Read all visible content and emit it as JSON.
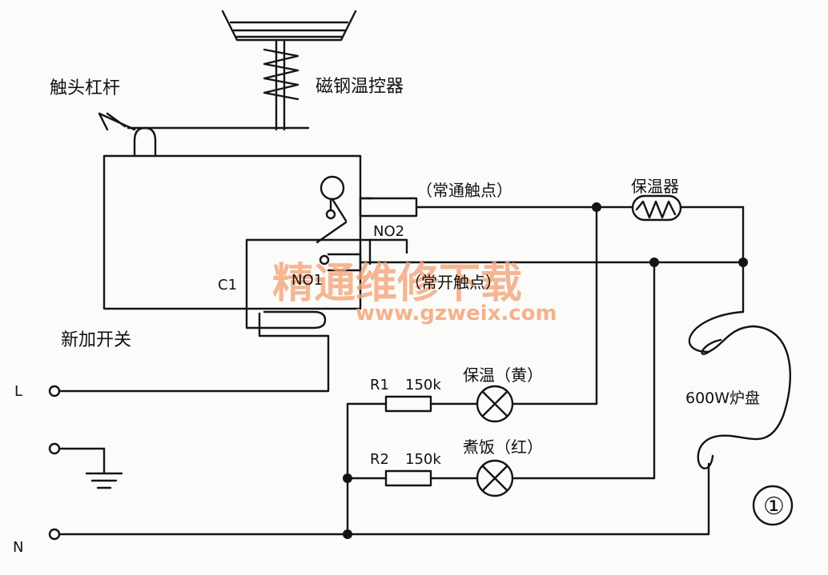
{
  "labels": {
    "lever": "触头杠杆",
    "thermostat": "磁钢温控器",
    "nc_contact": "（常通触点）",
    "keep_warm_heater": "保温器",
    "no2": "NO2",
    "no1": "NO1",
    "c1": "C1",
    "open_contact": "（常开触点）",
    "added_switch": "新加开关",
    "terminal_l": "L",
    "terminal_n": "N",
    "r1": "R1",
    "r1_value": "150k",
    "r2": "R2",
    "r2_value": "150k",
    "lamp_keep_warm": "保温（黄）",
    "lamp_cook": "煮饭（红）",
    "heating_plate": "600W炉盘",
    "figure_number": "①"
  },
  "watermark": {
    "title": "精通维修下载",
    "url": "www.gzweix.com"
  },
  "colors": {
    "ink": "#141414",
    "watermark": "#f3a57a"
  }
}
